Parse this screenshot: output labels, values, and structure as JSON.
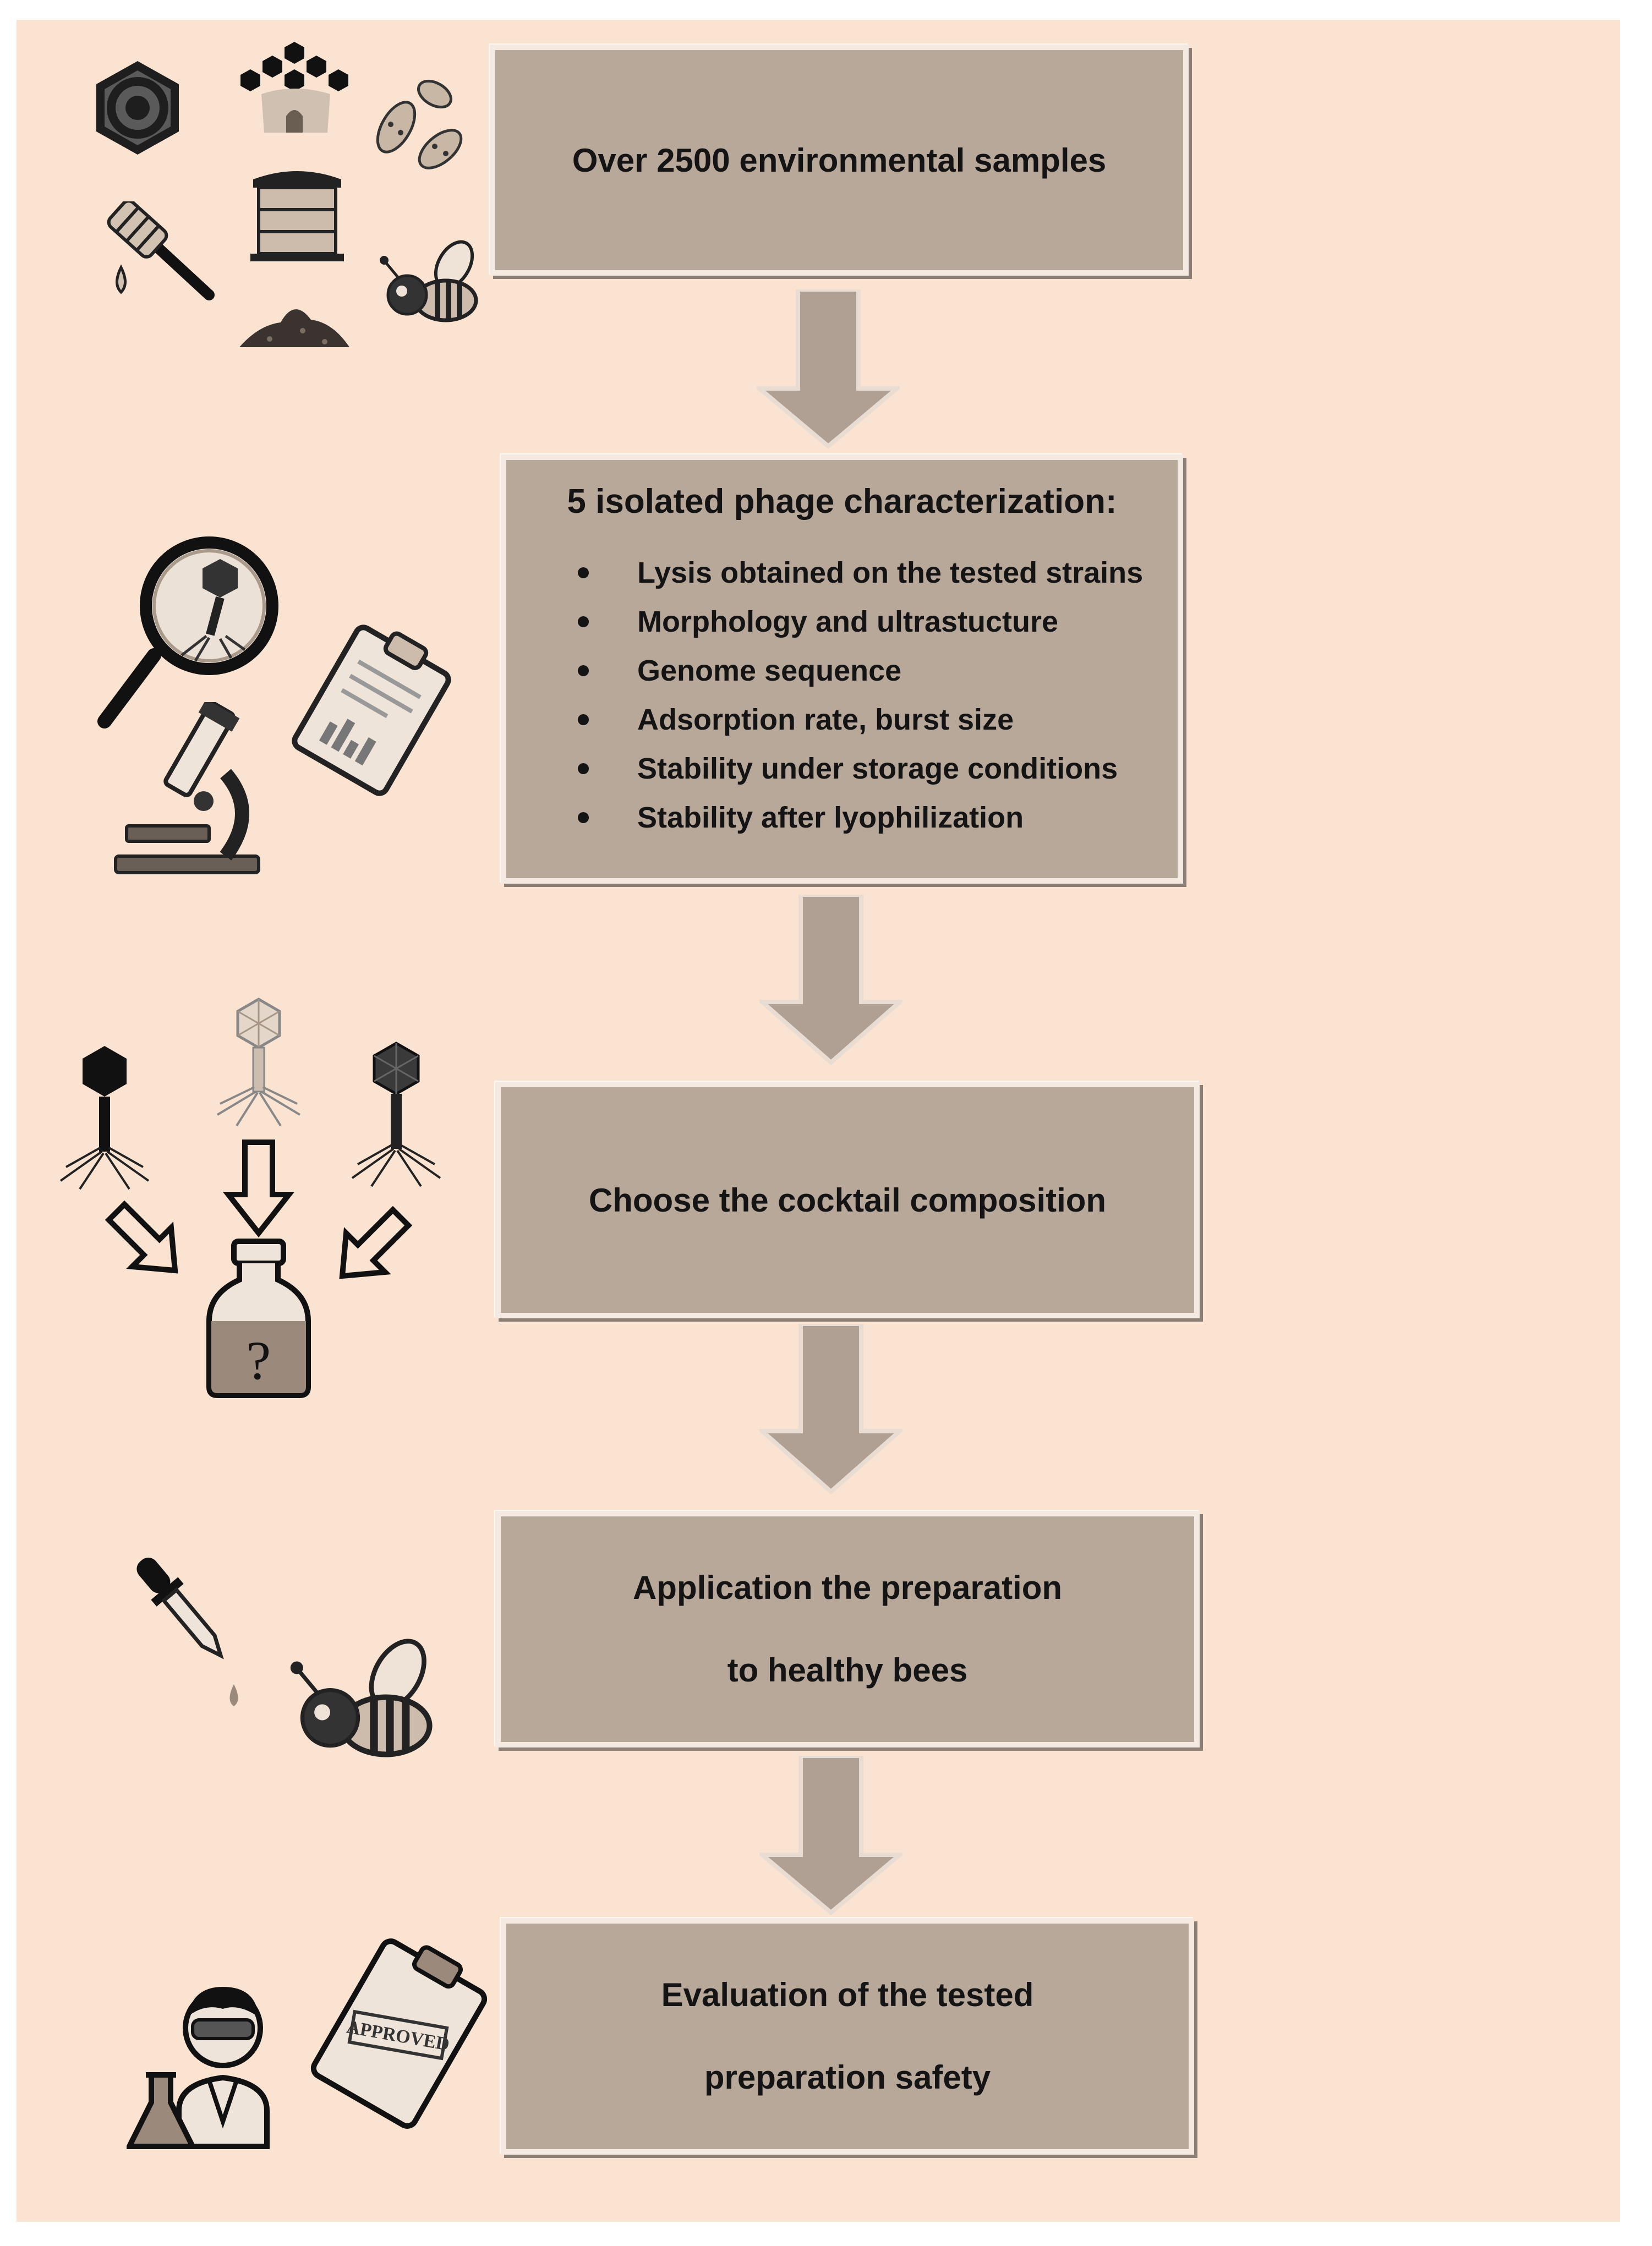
{
  "steps": [
    {
      "lines": [
        "Over 2500 environmental samples"
      ]
    },
    {
      "heading": "5 isolated phage characterization:",
      "bullets": [
        "Lysis obtained on the tested strains",
        " Morphology and ultrastucture",
        "Genome sequence",
        "Adsorption rate, burst size",
        "Stability under storage conditions",
        "Stability after lyophilization"
      ]
    },
    {
      "lines": [
        "Choose the cocktail composition"
      ]
    },
    {
      "lines": [
        "Application the preparation",
        "to healthy bees"
      ]
    },
    {
      "lines": [
        "Evaluation of the tested",
        "preparation safety"
      ]
    }
  ],
  "icons": {
    "row1": [
      "honeycomb-cell-icon",
      "honeycomb-hive-icon",
      "bacteria-icon",
      "honey-dipper-icon",
      "beehive-box-icon",
      "soil-pile-icon",
      "bee-icon"
    ],
    "row2": [
      "magnifier-phage-icon",
      "clipboard-report-icon",
      "microscope-icon"
    ],
    "row3": [
      "phage-icon",
      "phage-light-icon",
      "phage-dark-icon",
      "bottle-question-icon"
    ],
    "row4": [
      "dropper-icon",
      "bee-icon"
    ],
    "row5": [
      "scientist-icon",
      "approved-clipboard-icon"
    ],
    "stamp_text": "APPROVED",
    "bottle_text": "?"
  },
  "colors": {
    "background": "#fbe3d1",
    "box": "#b8a89a",
    "arrow": "#b0a094"
  }
}
